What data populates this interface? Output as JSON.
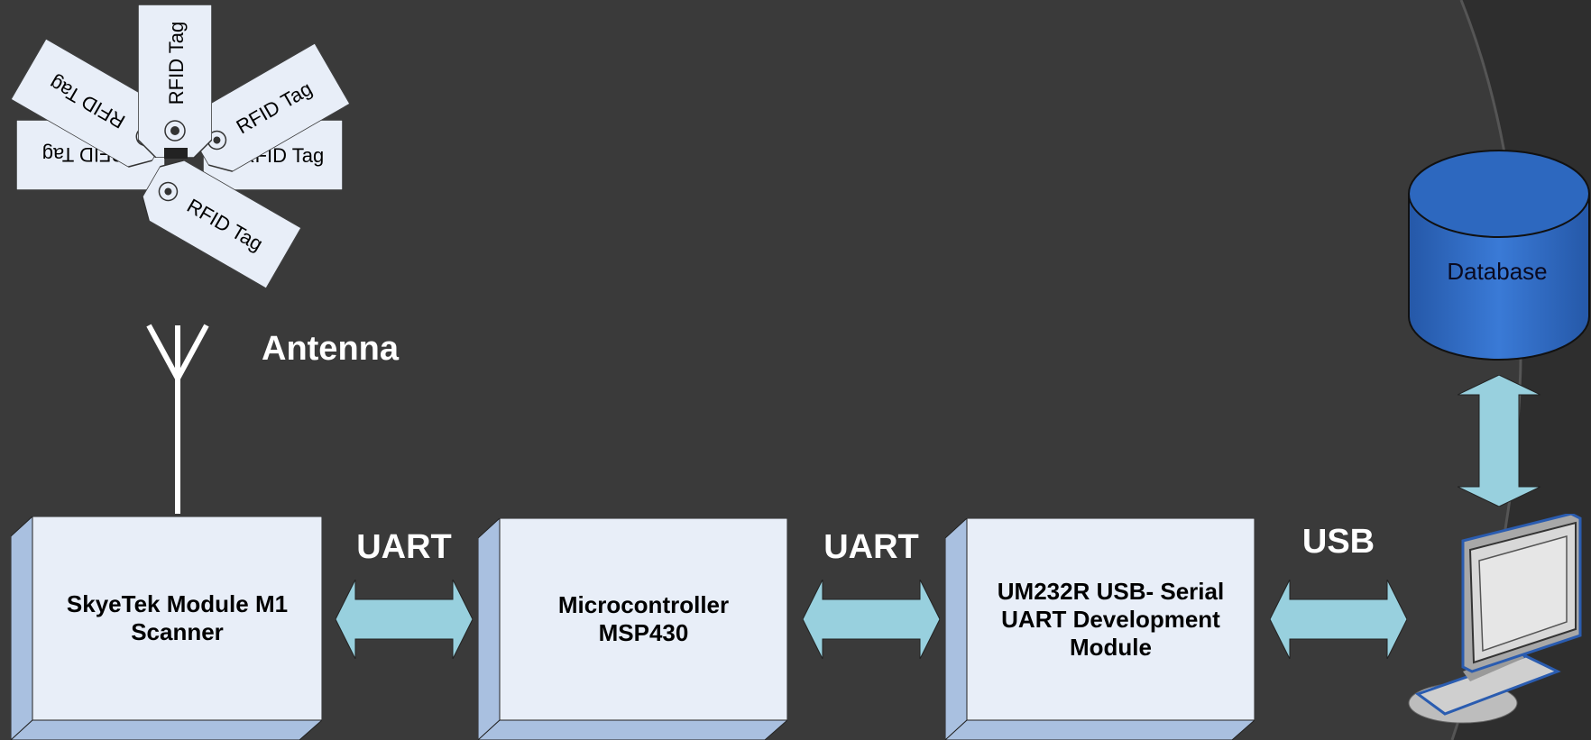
{
  "rfid_tags": [
    {
      "label": "RFID Tag"
    },
    {
      "label": "RFID Tag"
    },
    {
      "label": "RFID Tag"
    },
    {
      "label": "RFID Tag"
    },
    {
      "label": "RFID Tag"
    },
    {
      "label": "RFID Tag"
    }
  ],
  "antenna": {
    "label": "Antenna"
  },
  "database": {
    "label": "Database"
  },
  "blocks": [
    {
      "label": "SkyeTek Module M1\nScanner"
    },
    {
      "label": "Microcontroller\nMSP430"
    },
    {
      "label": "UM232R USB- Serial\nUART Development\nModule"
    }
  ],
  "links": [
    {
      "label": "UART"
    },
    {
      "label": "UART"
    },
    {
      "label": "USB"
    }
  ],
  "colors": {
    "background": "#3a3a3a",
    "background_arc": "#2f2f2f",
    "block_face": "#e8eef8",
    "block_side": "#a9c0e0",
    "arrow": "#98d0de",
    "database": "#2f6cc4",
    "tag_fill": "#e8eef8"
  }
}
